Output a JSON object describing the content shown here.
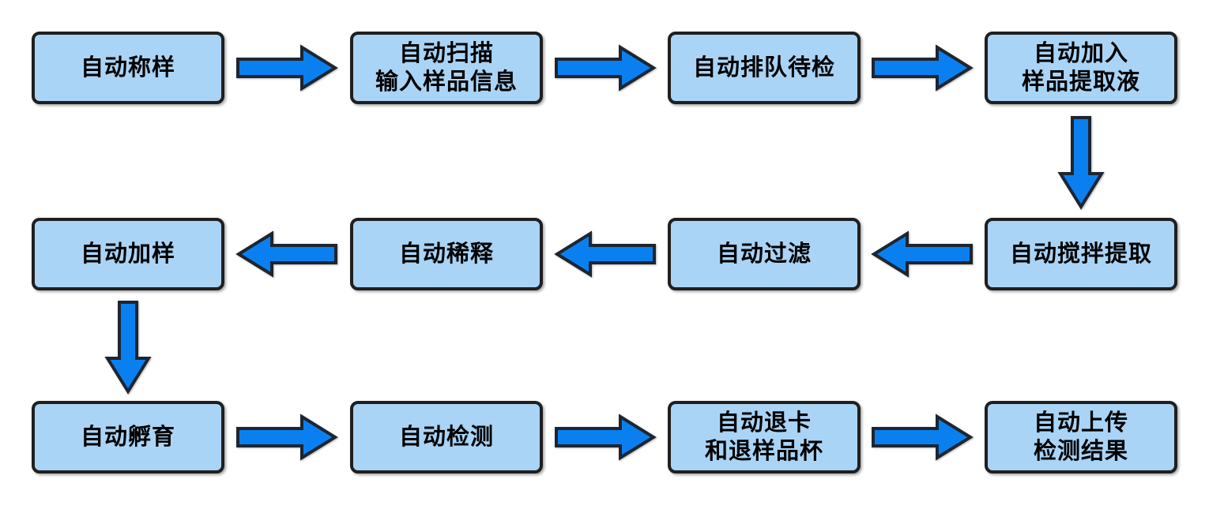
{
  "colors": {
    "background": "#ffffff",
    "node_fill": "#a9d4f6",
    "node_border": "#1f1f1f",
    "arrow_fill": "#0a80f0",
    "arrow_border": "#1d2530",
    "text": "#000000"
  },
  "flow": {
    "type": "flowchart",
    "description": "Automated sample testing process, boustrophedon layout: row 1 flows left-to-right, row 2 flows right-to-left, row 3 flows left-to-right",
    "nodes": [
      {
        "label": "自动称样"
      },
      {
        "label": "自动扫描\n输入样品信息"
      },
      {
        "label": "自动排队待检"
      },
      {
        "label": "自动加入\n样品提取液"
      },
      {
        "label": "自动搅拌提取"
      },
      {
        "label": "自动过滤"
      },
      {
        "label": "自动稀释"
      },
      {
        "label": "自动加样"
      },
      {
        "label": "自动孵育"
      },
      {
        "label": "自动检测"
      },
      {
        "label": "自动退卡\n和退样品杯"
      },
      {
        "label": "自动上传\n检测结果"
      }
    ],
    "edges": [
      {
        "from": 0,
        "to": 1,
        "direction": "right"
      },
      {
        "from": 1,
        "to": 2,
        "direction": "right"
      },
      {
        "from": 2,
        "to": 3,
        "direction": "right"
      },
      {
        "from": 3,
        "to": 4,
        "direction": "down"
      },
      {
        "from": 4,
        "to": 5,
        "direction": "left"
      },
      {
        "from": 5,
        "to": 6,
        "direction": "left"
      },
      {
        "from": 6,
        "to": 7,
        "direction": "left"
      },
      {
        "from": 7,
        "to": 8,
        "direction": "down"
      },
      {
        "from": 8,
        "to": 9,
        "direction": "right"
      },
      {
        "from": 9,
        "to": 10,
        "direction": "right"
      },
      {
        "from": 10,
        "to": 11,
        "direction": "right"
      }
    ]
  }
}
